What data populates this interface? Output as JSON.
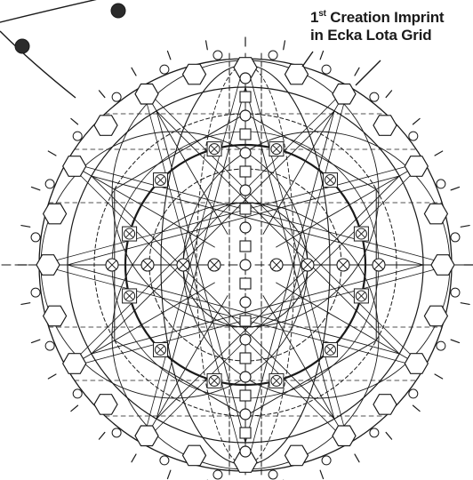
{
  "caption": {
    "line1_number": "1",
    "line1_suffix": "st",
    "line1_text": " Creation Imprint",
    "line2": "in Ecka Lota Grid"
  },
  "colors": {
    "background": "#ffffff",
    "ink": "#1a1a1a",
    "node_fill": "#2b2b2b"
  }
}
